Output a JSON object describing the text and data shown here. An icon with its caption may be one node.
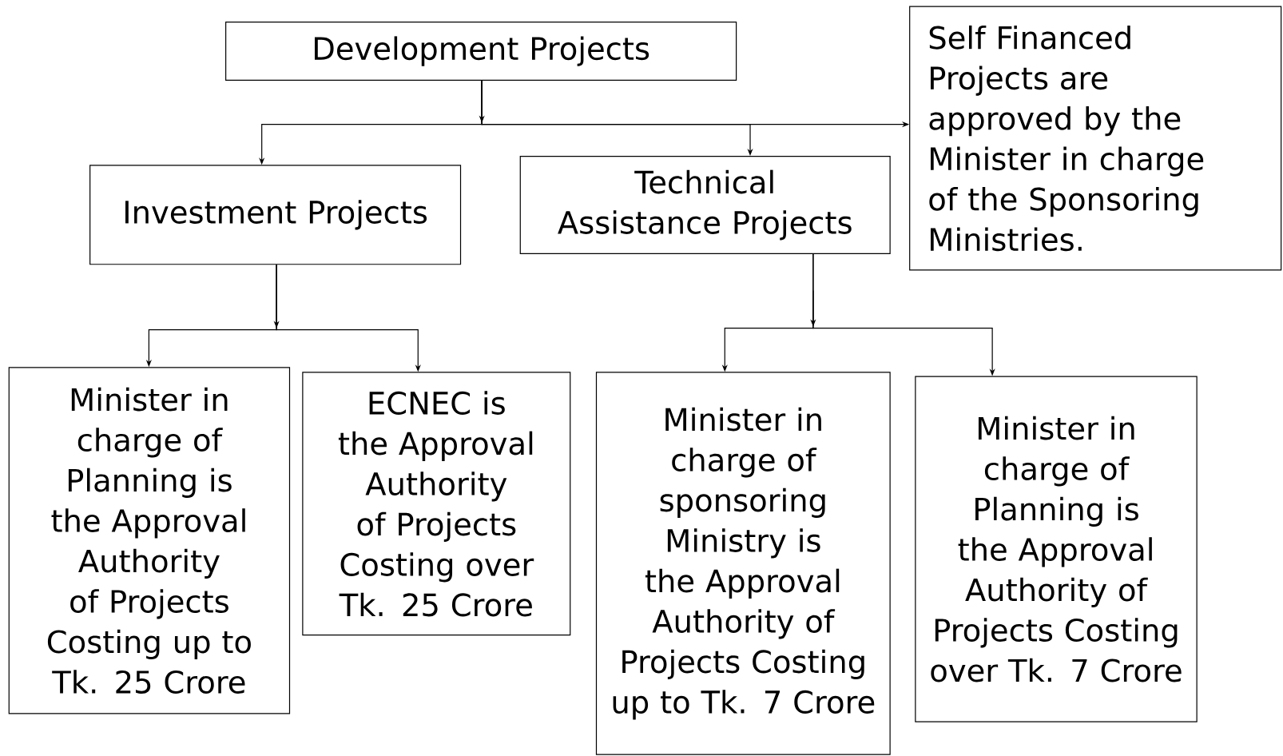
{
  "diagram": {
    "nodes": [
      {
        "text": [
          "Development Projects"
        ]
      },
      {
        "text": [
          "Investment Projects"
        ]
      },
      {
        "text": [
          "Technical Assistance Projects"
        ]
      },
      {
        "text": [
          "Self Financed Projects are approved by the Minister in charge of the Sponsoring Ministries."
        ]
      },
      {
        "text": [
          "Minister in charge of Planning is the Approval Authority of Projects Costing up to Tk. 25 Crore"
        ]
      },
      {
        "text": [
          "ECNEC is the Approval Authority of Projects Costing over Tk. 25 Crore"
        ]
      },
      {
        "text": [
          "Minister in charge of sponsoring Ministry is the Approval Authority of Projects Costing up to Tk. 7 Crore"
        ]
      },
      {
        "text": [
          "Minister in charge of Planning is the Approval Authority of Projects Costing over Tk. 7 Crore"
        ]
      }
    ],
    "edges": [
      {
        "from": 0,
        "to": 1,
        "arrow": "to"
      },
      {
        "from": 0,
        "to": 2,
        "arrow": "to"
      },
      {
        "from": 0,
        "to": 3,
        "arrow": "to"
      },
      {
        "from": 1,
        "to": 4,
        "arrow": "to"
      },
      {
        "from": 1,
        "to": 5,
        "arrow": "to"
      },
      {
        "from": 2,
        "to": 6,
        "arrow": "to"
      },
      {
        "from": 2,
        "to": 7,
        "arrow": "to"
      }
    ]
  }
}
